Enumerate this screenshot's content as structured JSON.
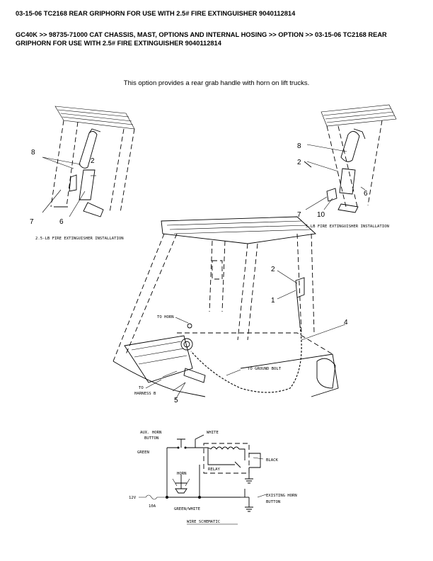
{
  "header": {
    "title_line1": "03-15-06 TC2168 REAR GRIPHORN FOR USE WITH 2.5# FIRE EXTINGUISHER 9040112814",
    "breadcrumb": "GC40K >> 98735-71000 CAT CHASSIS, MAST, OPTIONS AND INTERNAL HOSING >> OPTION >> 03-15-06 TC2168 REAR GRIPHORN FOR USE WITH 2.5# FIRE EXTINGUISHER 9040112814"
  },
  "caption": "This option provides a rear grab handle with horn on lift trucks.",
  "left_detail": {
    "title": "2.5-LB FIRE EXTINGUISHER INSTALLATION",
    "callouts": [
      "8",
      "2",
      "7",
      "6"
    ]
  },
  "right_detail": {
    "title": "5-LB FIRE EXTINGUISHER INSTALLATION",
    "callouts": [
      "8",
      "2",
      "6",
      "7",
      "10"
    ]
  },
  "main_view": {
    "callouts": [
      "2",
      "1",
      "4",
      "5"
    ],
    "to_horn": "TO HORN",
    "to_ground_bolt": "TO GROUND BOLT",
    "to_harness_line1": "TO",
    "to_harness_line2": "HARNESS B"
  },
  "schematic": {
    "aux_horn_line1": "AUX. HORN",
    "aux_horn_line2": "BUTTON",
    "white": "WHITE",
    "green": "GREEN",
    "black": "BLACK",
    "relay": "RELAY",
    "horn": "HORN",
    "existing_line1": "EXISTING HORN",
    "existing_line2": "BUTTON",
    "v12": "12V",
    "fuse": "10A",
    "green_white": "GREEN/WHITE",
    "title": "WIRE SCHEMATIC"
  }
}
